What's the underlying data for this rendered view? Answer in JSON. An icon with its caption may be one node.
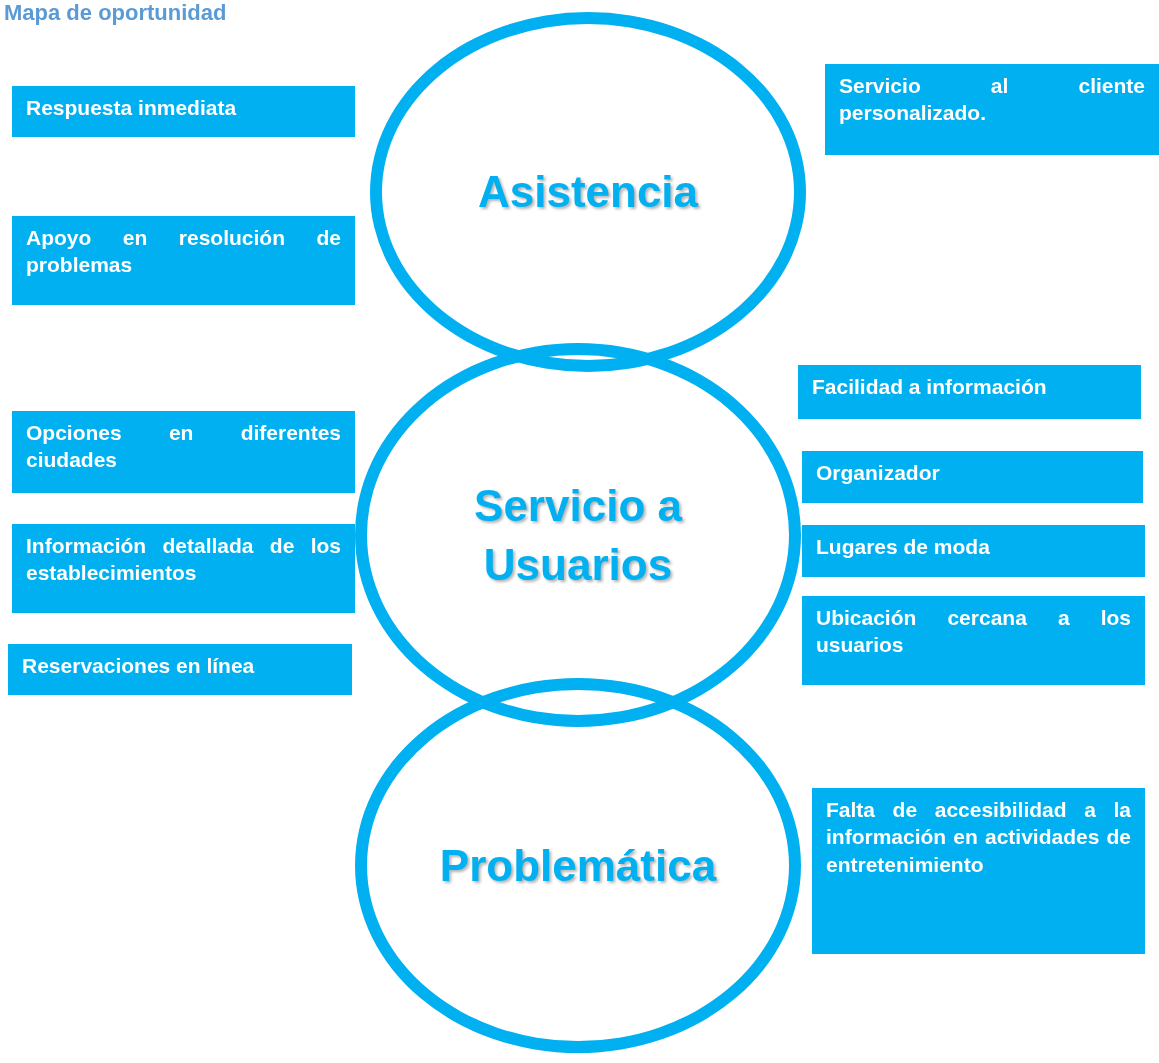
{
  "diagram": {
    "title": "Mapa de oportunidad",
    "nodes": [
      {
        "text": [
          "Asistencia"
        ]
      },
      {
        "text": [
          "Servicio a Usuarios"
        ]
      },
      {
        "text": [
          "Problemática"
        ]
      },
      {
        "text": [
          "Respuesta inmediata"
        ]
      },
      {
        "text": [
          "Servicio al cliente personalizado."
        ]
      },
      {
        "text": [
          "Apoyo en resolución de problemas"
        ]
      },
      {
        "text": [
          "Facilidad a información"
        ]
      },
      {
        "text": [
          "Opciones en diferentes ciudades"
        ]
      },
      {
        "text": [
          "Organizador"
        ]
      },
      {
        "text": [
          "Información detallada de los establecimientos"
        ]
      },
      {
        "text": [
          "Lugares de moda"
        ]
      },
      {
        "text": [
          "Ubicación cercana a los usuarios"
        ]
      },
      {
        "text": [
          "Reservaciones en línea"
        ]
      },
      {
        "text": [
          "Falta de accesibilidad a la información en actividades de entretenimiento"
        ]
      }
    ]
  }
}
